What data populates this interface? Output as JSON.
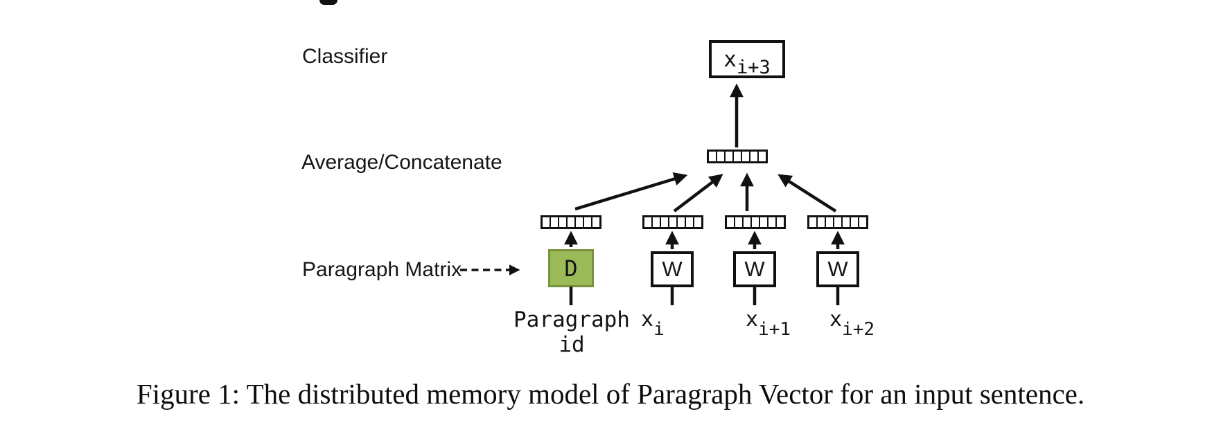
{
  "diagram": {
    "classifier_label": "Classifier",
    "average_label": "Average/Concatenate",
    "paragraph_matrix_label": "Paragraph Matrix",
    "output": {
      "base": "x",
      "sub": "i+3"
    },
    "vector_cells": 7,
    "d_box": {
      "letter": "D",
      "fill": "#9BBB59",
      "border": "#77933C"
    },
    "w_boxes": [
      {
        "letter": "W"
      },
      {
        "letter": "W"
      },
      {
        "letter": "W"
      }
    ],
    "paragraph_id_label": {
      "line1": "Paragraph",
      "line2": "id"
    },
    "word_inputs": [
      {
        "base": "x",
        "sub": "i"
      },
      {
        "base": "x",
        "sub": "i+1"
      },
      {
        "base": "x",
        "sub": "i+2"
      }
    ]
  },
  "caption": "Figure 1: The distributed memory model of Paragraph Vector for an input sentence.",
  "colors": {
    "ink": "#111111",
    "background": "#ffffff",
    "d_fill": "#9BBB59",
    "d_border": "#77933C"
  }
}
